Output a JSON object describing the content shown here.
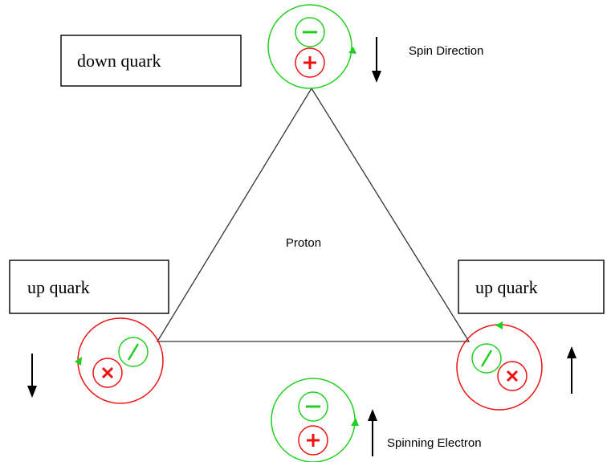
{
  "labels": {
    "top_box": "down quark",
    "left_box": "up quark",
    "right_box": "up quark",
    "center": "Proton",
    "spin_direction": "Spin Direction",
    "spinning_electron": "Spinning Electron"
  },
  "colors": {
    "green": "#20d020",
    "red": "#ee1111",
    "black": "#000000"
  },
  "glyphs": {
    "minus": "minus-symbol",
    "plus": "plus-symbol",
    "slash": "slash-symbol",
    "cross": "cross-symbol"
  }
}
